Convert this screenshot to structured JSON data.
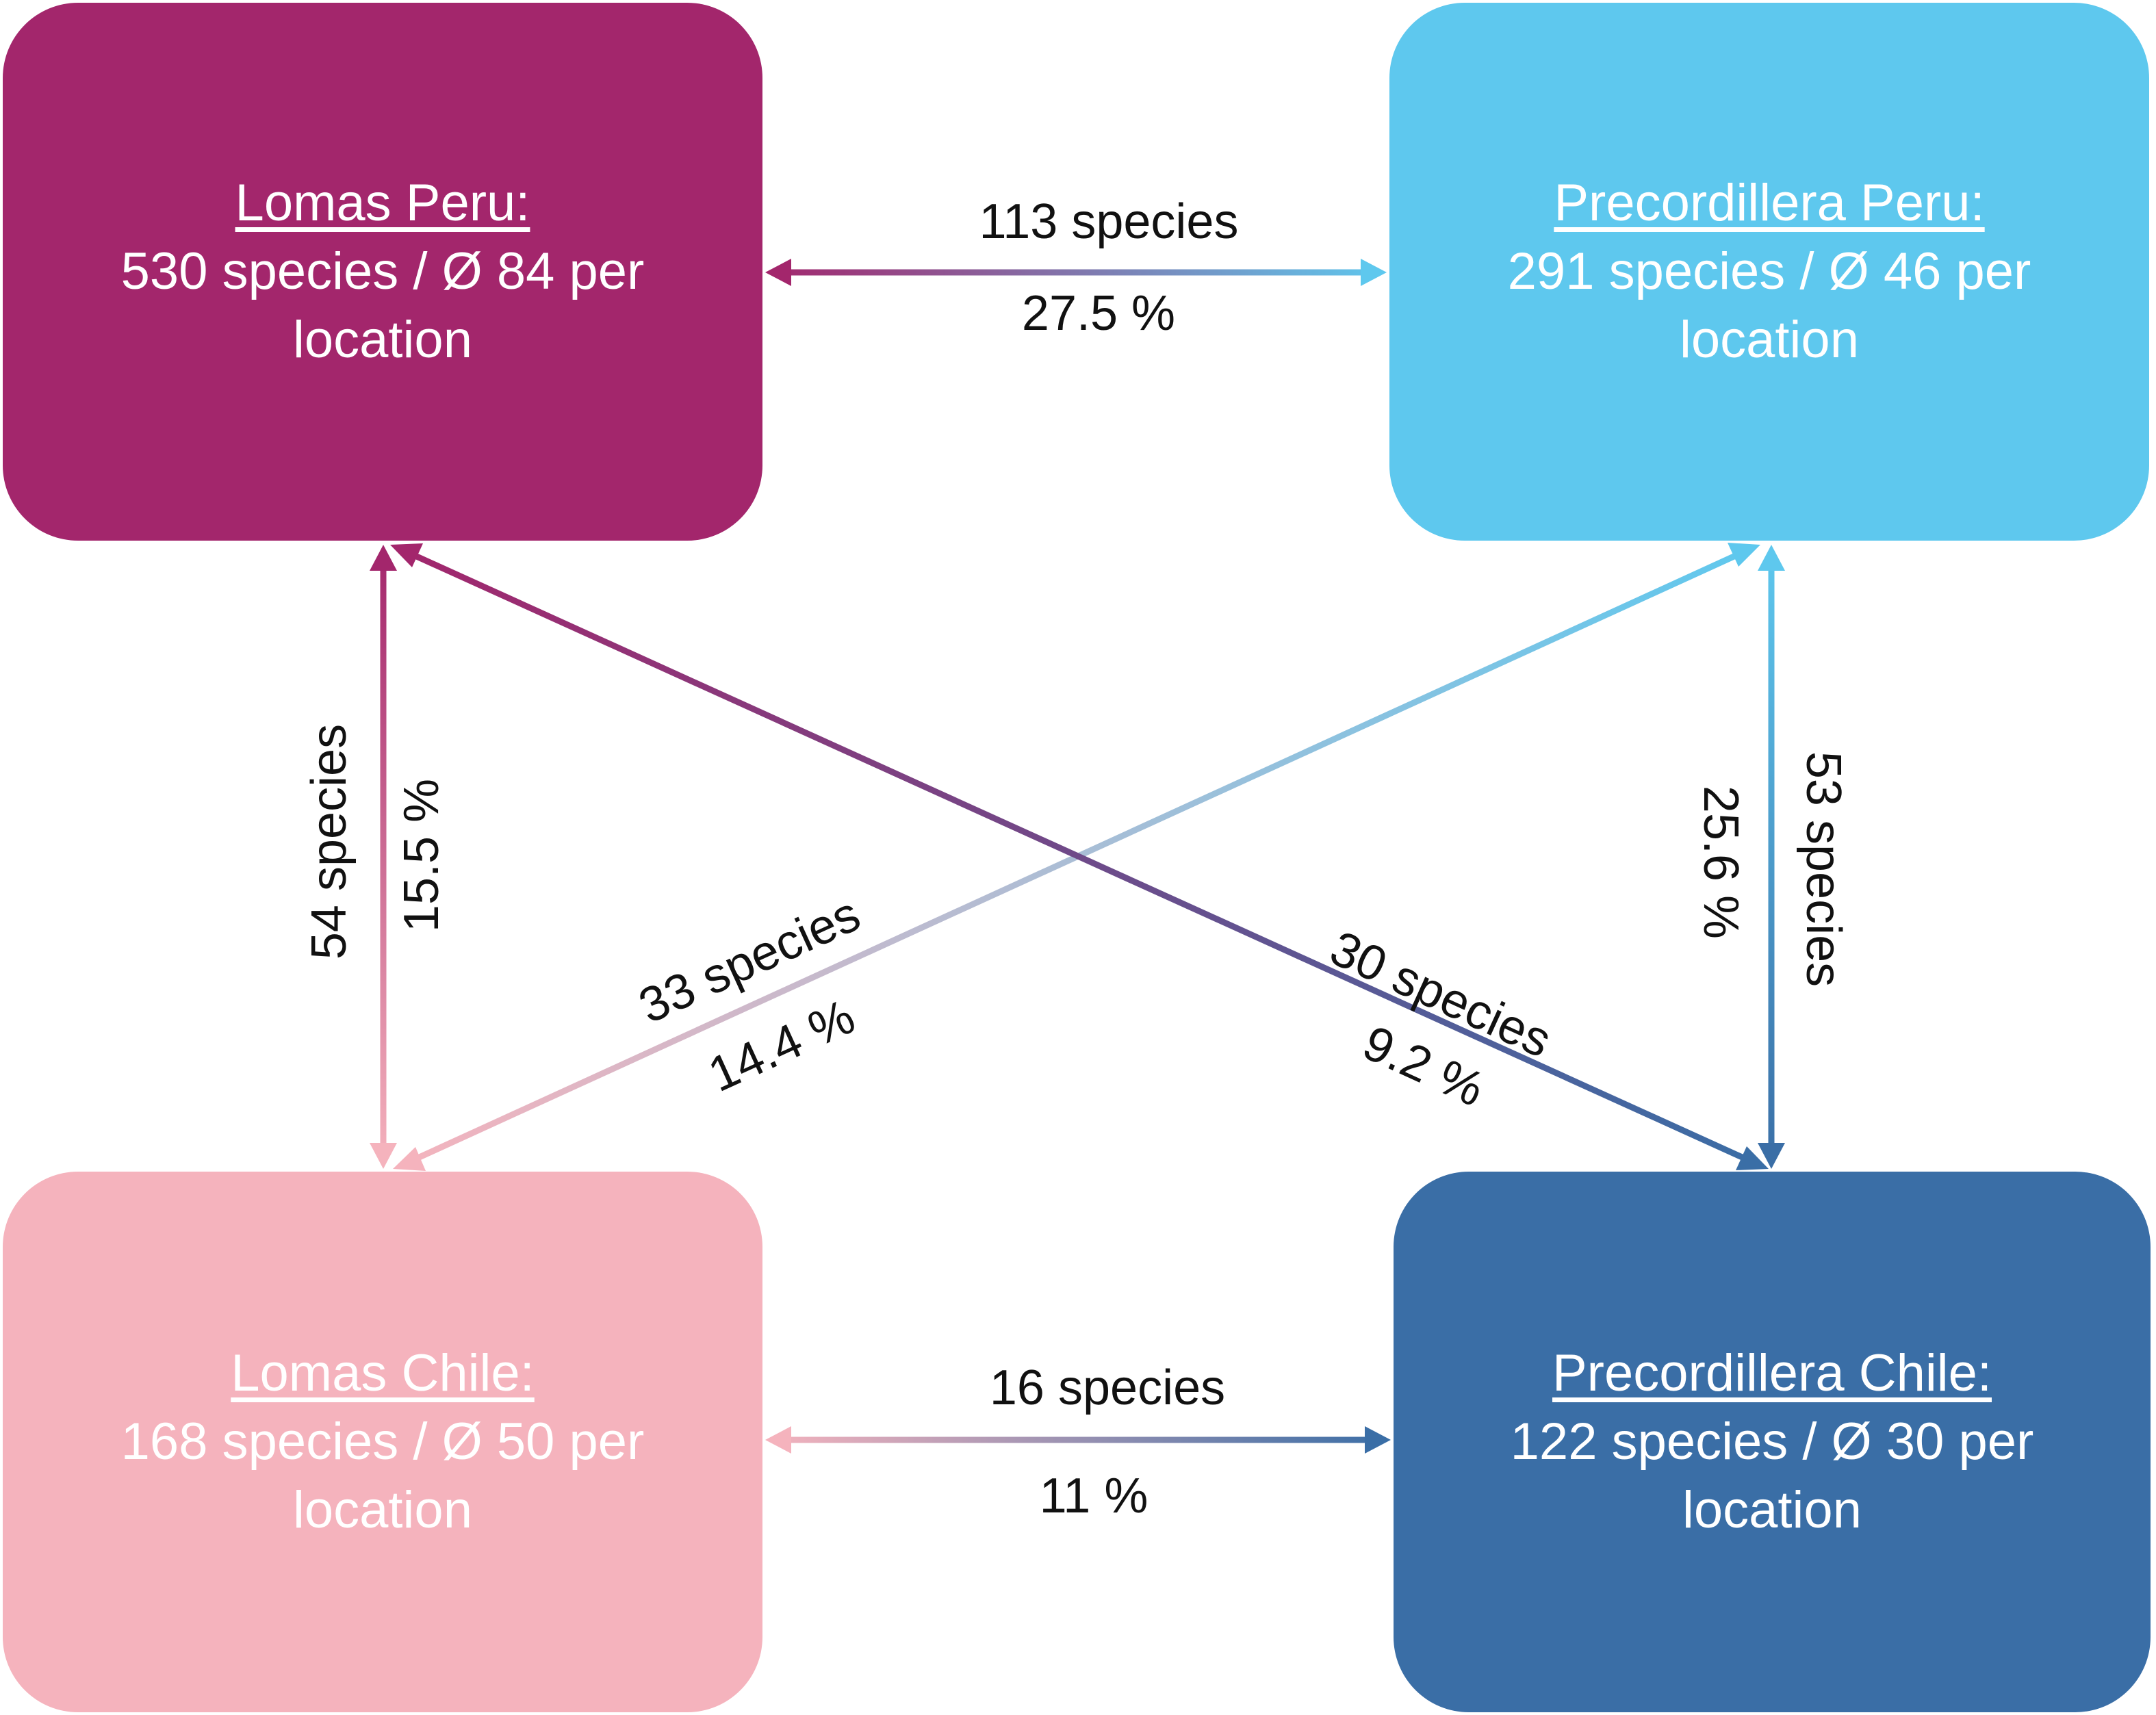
{
  "colors": {
    "lomas_peru": "#a3266c",
    "precordillera_peru": "#5ec8ee",
    "lomas_chile": "#f5b3bd",
    "precordillera_chile": "#3a6ea6",
    "label_text": "#111111"
  },
  "nodes": {
    "lomas_peru": {
      "title": "Lomas Peru:",
      "line1": "530 species / Ø 84  per",
      "line2": "location"
    },
    "precordillera_peru": {
      "title": "Precordillera Peru:",
      "line1": "291 species / Ø 46 per",
      "line2": "location"
    },
    "lomas_chile": {
      "title": "Lomas Chile:",
      "line1": "168 species / Ø 50 per",
      "line2": "location"
    },
    "precordillera_chile": {
      "title": "Precordillera Chile:",
      "line1": "122 species / Ø 30 per",
      "line2": "location"
    }
  },
  "links": {
    "lomas_peru_precordillera_peru": {
      "species": "113 species",
      "percent": "27.5 %"
    },
    "lomas_chile_precordillera_chile": {
      "species": "16 species",
      "percent": "11 %"
    },
    "lomas_peru_lomas_chile": {
      "species": "54 species",
      "percent": "15.5 %"
    },
    "precordillera_peru_precordillera_chile": {
      "species": "53 species",
      "percent": "25.6 %"
    },
    "lomas_chile_precordillera_peru": {
      "species": "33 species",
      "percent": "14.4 %"
    },
    "lomas_peru_precordillera_chile": {
      "species": "30 species",
      "percent": "9.2 %"
    }
  }
}
